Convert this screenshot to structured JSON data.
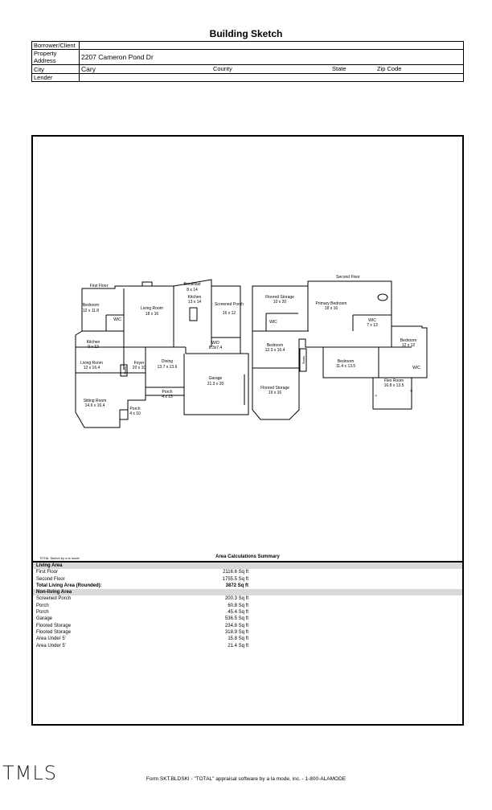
{
  "title": "Building Sketch",
  "header": {
    "borrower_label": "Borrower/Client",
    "borrower_value": "",
    "address_label": "Property Address",
    "address_value": "2207 Cameron Pond Dr",
    "city_label": "City",
    "city_value": "Cary",
    "county_label": "County",
    "state_label": "State",
    "zip_label": "Zip Code",
    "lender_label": "Lender"
  },
  "plan": {
    "first_floor_label": "First Floor",
    "second_floor_label": "Second Floor",
    "rooms": [
      {
        "name": "Bedroom",
        "dims": "12 x 11.8"
      },
      {
        "name": "WIC",
        "dims": ""
      },
      {
        "name": "Living Room",
        "dims": "18 x 16"
      },
      {
        "name": "Breakfast",
        "dims": "8 x 14"
      },
      {
        "name": "Kitchen",
        "dims": "13 x 14"
      },
      {
        "name": "Screened Porch",
        "dims": "16 x 12"
      },
      {
        "name": "Kitchen",
        "dims": "9 x 13"
      },
      {
        "name": "W/D",
        "dims": "8.3x7.4"
      },
      {
        "name": "Living Room",
        "dims": "12 x 16.4"
      },
      {
        "name": "Foyer",
        "dims": "20 x 10"
      },
      {
        "name": "Dining",
        "dims": "13.7 x 13.6"
      },
      {
        "name": "Garage",
        "dims": "21.3 x 20"
      },
      {
        "name": "Porch",
        "dims": "4 x 13"
      },
      {
        "name": "Sitting Room",
        "dims": "14.6 x 16.4"
      },
      {
        "name": "Porch",
        "dims": "4 x 10"
      },
      {
        "name": "Floored Storage",
        "dims": "10 x 20"
      },
      {
        "name": "Primary Bedroom",
        "dims": "18 x 16"
      },
      {
        "name": "WIC",
        "dims": ""
      },
      {
        "name": "WIC",
        "dims": "7 x 13"
      },
      {
        "name": "Bedroom",
        "dims": "12.3 x 16.4"
      },
      {
        "name": "Bedroom",
        "dims": "12 x 12"
      },
      {
        "name": "Bedroom",
        "dims": "11.4 x 13.5"
      },
      {
        "name": "WIC",
        "dims": ""
      },
      {
        "name": "Floored Storage",
        "dims": "19 x 16"
      },
      {
        "name": "Flex Room",
        "dims": "16.8 x 13.5"
      }
    ],
    "stairs_label": "Stairs",
    "five_label": "5'"
  },
  "sketch_credit": "TOTAL Sketch by a la mode",
  "summary": {
    "title": "Area Calculations Summary",
    "living_header": "Living Area",
    "living": [
      {
        "name": "First Floor",
        "value": "2116.6 Sq ft"
      },
      {
        "name": "Second Floor",
        "value": "1755.5 Sq ft"
      }
    ],
    "total_label": "Total Living Area (Rounded):",
    "total_value": "3872 Sq ft",
    "nonliving_header": "Non-living Area",
    "nonliving": [
      {
        "name": "Screened Porch",
        "value": "200.3 Sq ft"
      },
      {
        "name": "Porch",
        "value": "60.8 Sq ft"
      },
      {
        "name": "Porch",
        "value": "45.4 Sq ft"
      },
      {
        "name": "Garage",
        "value": "536.5 Sq ft"
      },
      {
        "name": "Floored Storage",
        "value": "234.8 Sq ft"
      },
      {
        "name": "Floored Storage",
        "value": "318.9 Sq ft"
      },
      {
        "name": "Area Under 5'",
        "value": "15.8 Sq ft"
      },
      {
        "name": "Area Under 5'",
        "value": "21.4 Sq ft"
      }
    ]
  },
  "footer": "Form SKT.BLDSKI - \"TOTAL\" appraisal software by a la mode, inc. - 1-800-ALAMODE",
  "logo": "TMLS"
}
